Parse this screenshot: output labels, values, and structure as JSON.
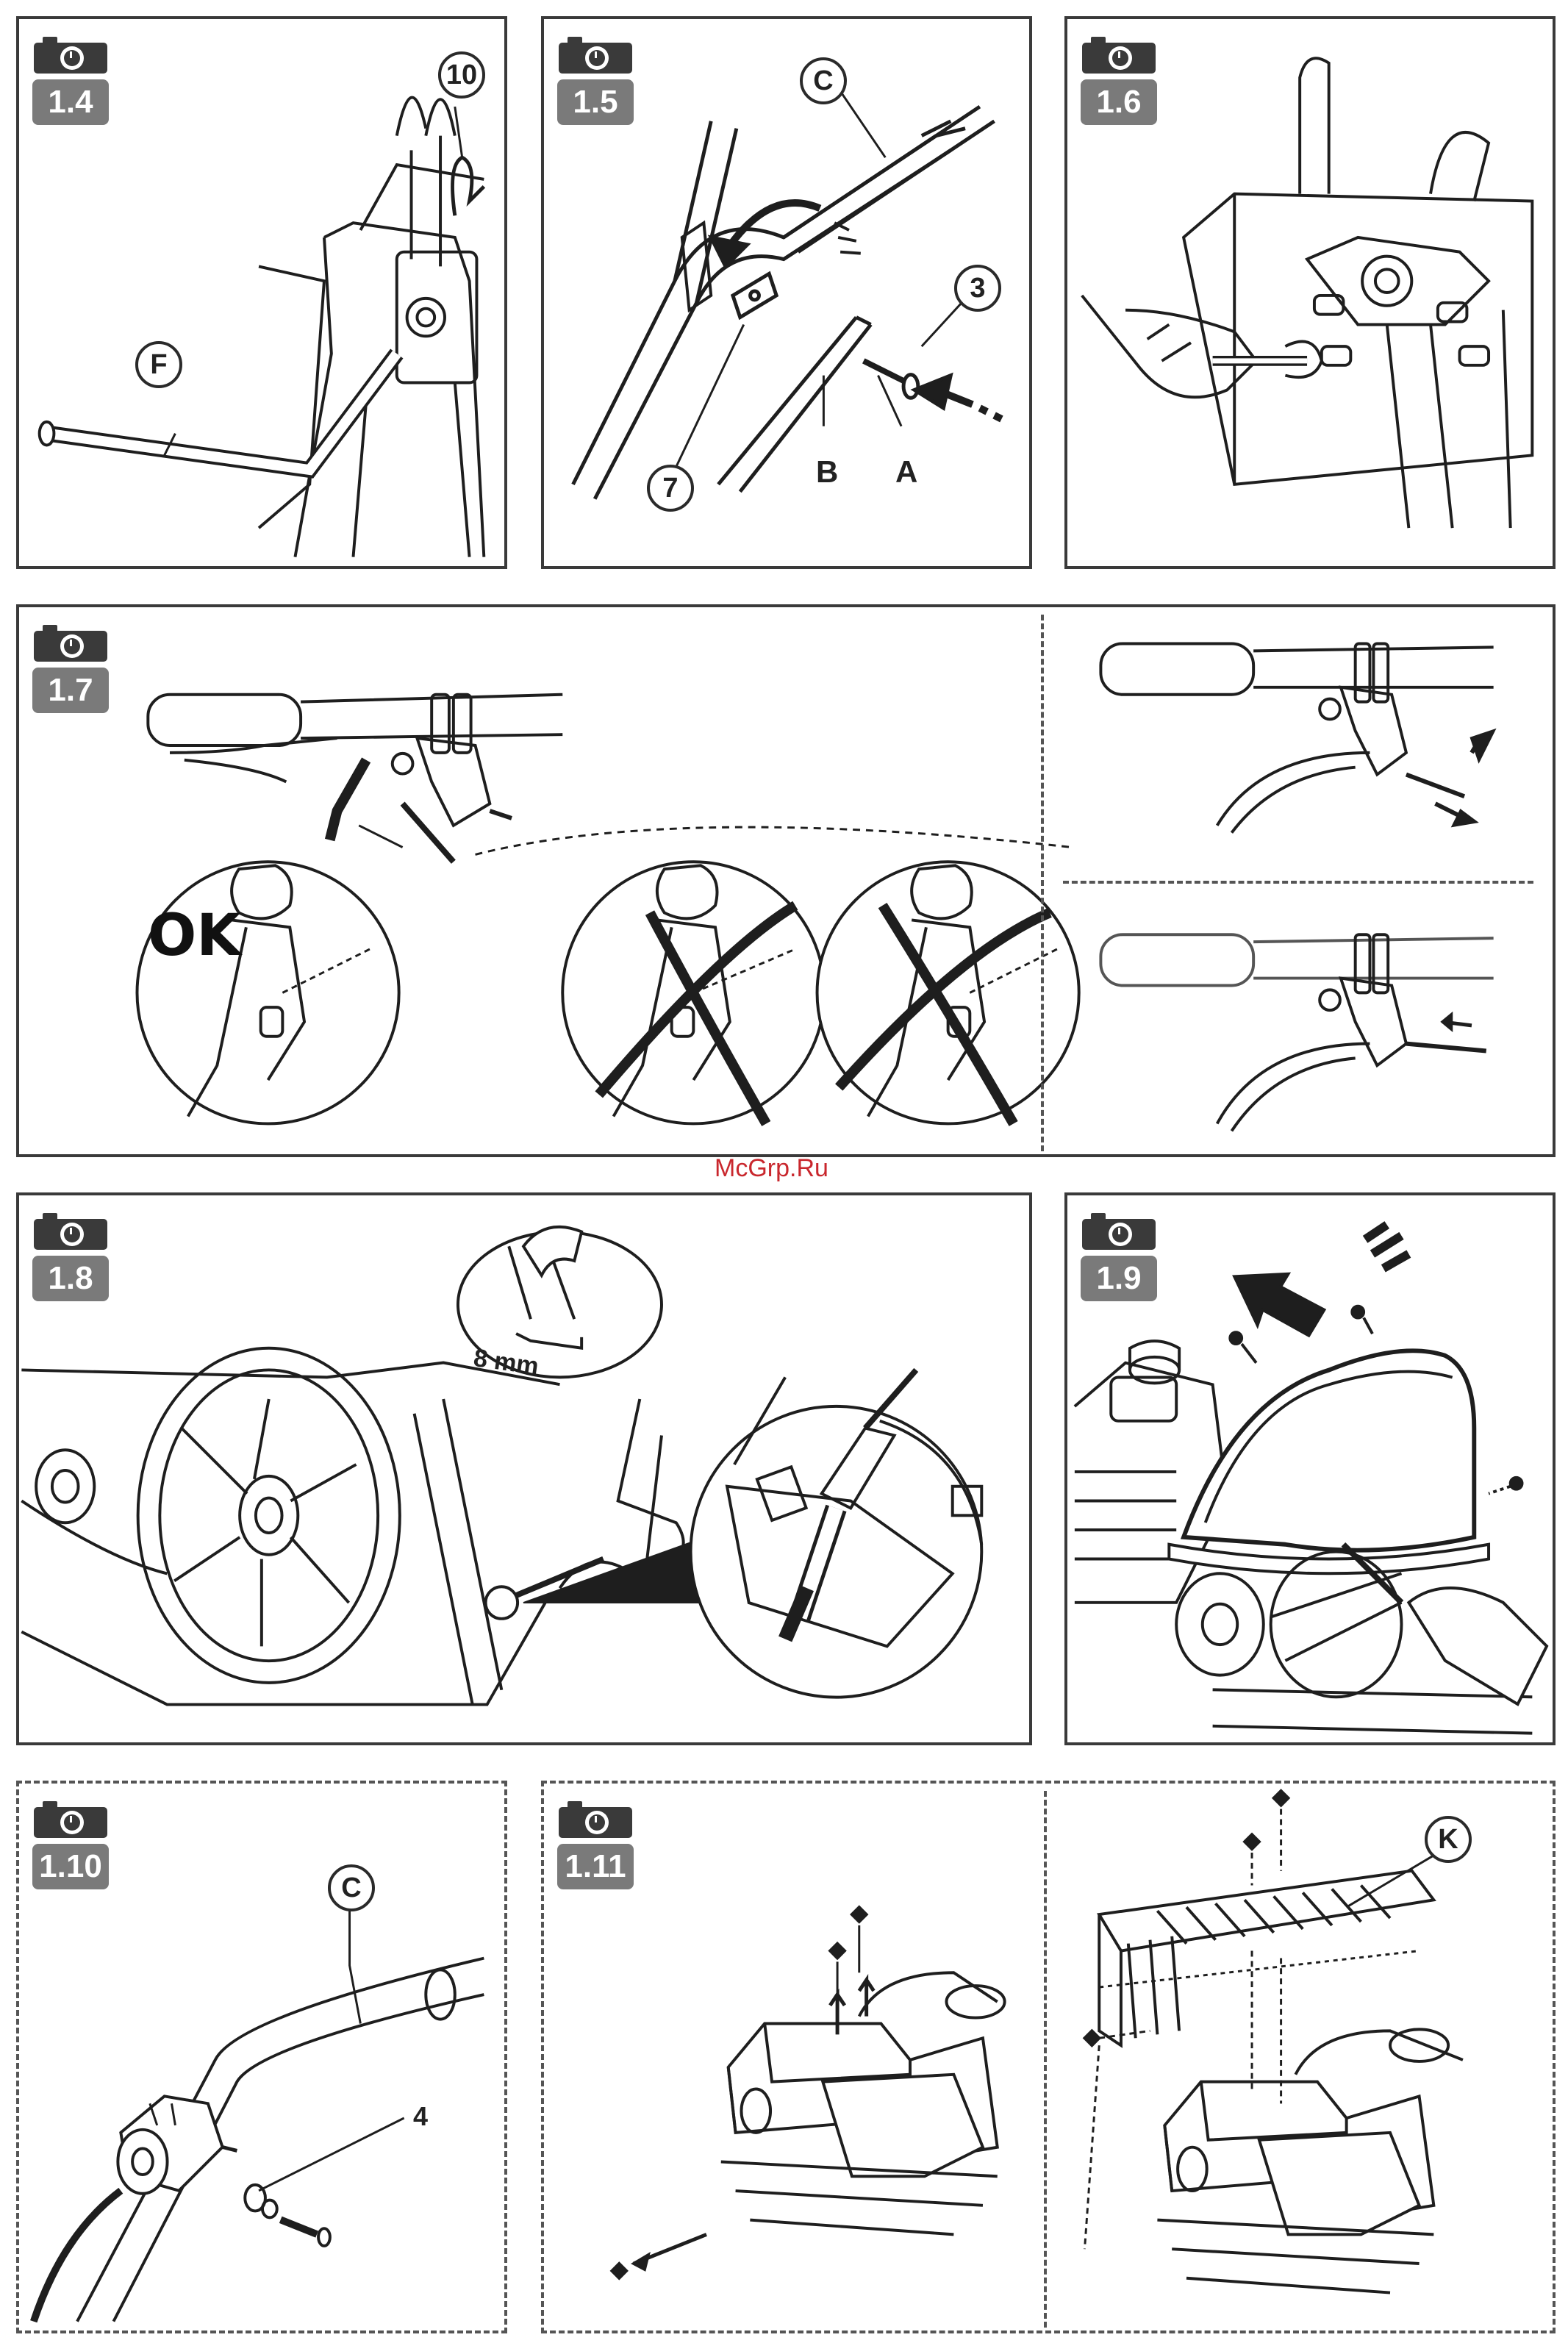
{
  "steps": {
    "s1_4": {
      "number": "1.4",
      "callouts": [
        "10"
      ],
      "letters": [
        "F"
      ]
    },
    "s1_5": {
      "number": "1.5",
      "callouts": [
        "C",
        "3",
        "7"
      ],
      "letters": [
        "B",
        "A"
      ]
    },
    "s1_6": {
      "number": "1.6"
    },
    "s1_7": {
      "number": "1.7",
      "ok_label": "OK"
    },
    "s1_8": {
      "number": "1.8",
      "wrench_size": "8 mm"
    },
    "s1_9": {
      "number": "1.9"
    },
    "s1_10": {
      "number": "1.10",
      "callouts": [
        "C"
      ],
      "letters": [
        "4"
      ]
    },
    "s1_11": {
      "number": "1.11",
      "callouts": [
        "K"
      ]
    }
  },
  "watermark": "McGrp.Ru",
  "icons": [
    "camera-icon"
  ],
  "colors": {
    "line": "#1e1e1e",
    "badge": "#7a7a7a",
    "watermark": "#c9272d"
  }
}
